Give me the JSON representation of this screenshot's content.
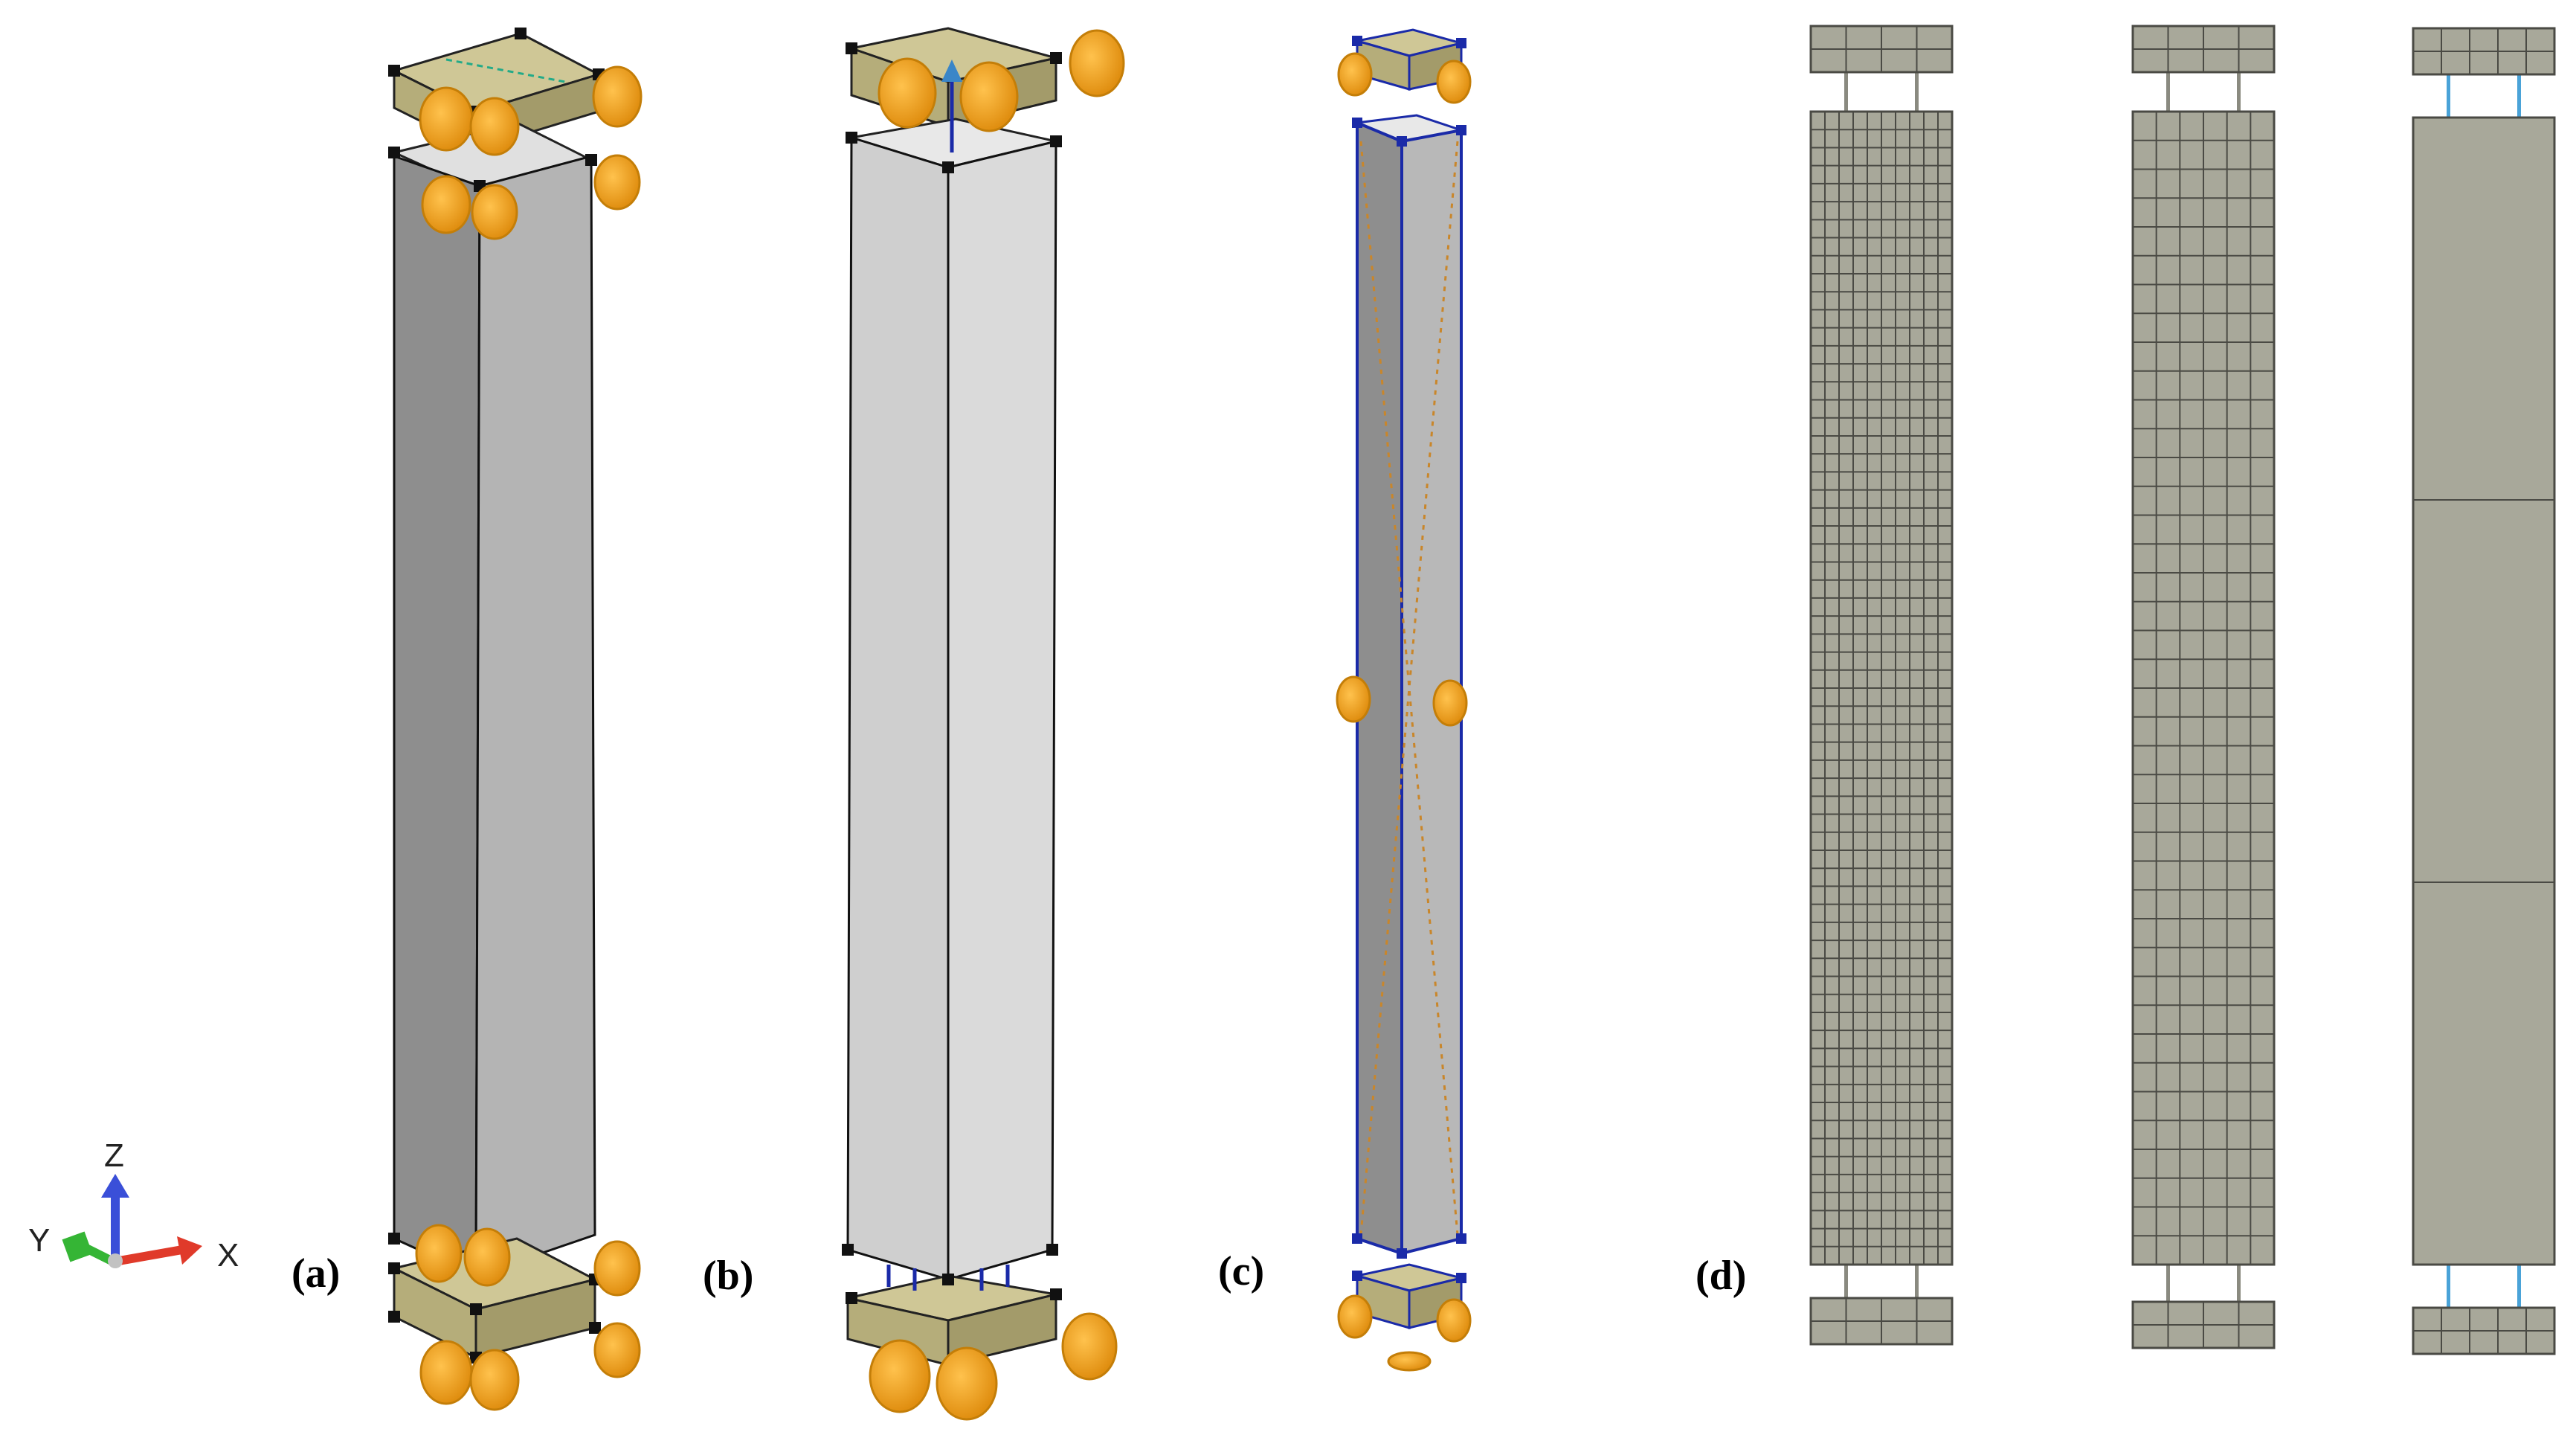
{
  "panels": {
    "a": "(a)",
    "b": "(b)",
    "c": "(c)",
    "d": "(d)"
  },
  "triad": {
    "z": "Z",
    "y": "Y",
    "x": "X"
  },
  "colors": {
    "column_dark": "#8e8e8e",
    "column_light": "#b4b4b4",
    "column_pale": "#d5d5d5",
    "plate": "#b5ad7a",
    "plate_top": "#cfc796",
    "support": "#f0a21b",
    "support_edge": "#c47e08",
    "mesh_fill": "#a8a89a",
    "mesh_line": "#4a4a44",
    "spring": "#4aa3d8",
    "triad_x": "#e03a2a",
    "triad_y": "#35b535",
    "triad_z": "#3a4fd8",
    "edge_blue": "#1a2aa8"
  },
  "mesh_models": [
    {
      "columns": 10,
      "rows": 64,
      "plate_columns": 4,
      "plate_rows": 2
    },
    {
      "columns": 6,
      "rows": 40,
      "plate_columns": 4,
      "plate_rows": 2
    },
    {
      "columns": 1,
      "rows": 3,
      "plate_columns": 5,
      "plate_rows": 2
    }
  ]
}
